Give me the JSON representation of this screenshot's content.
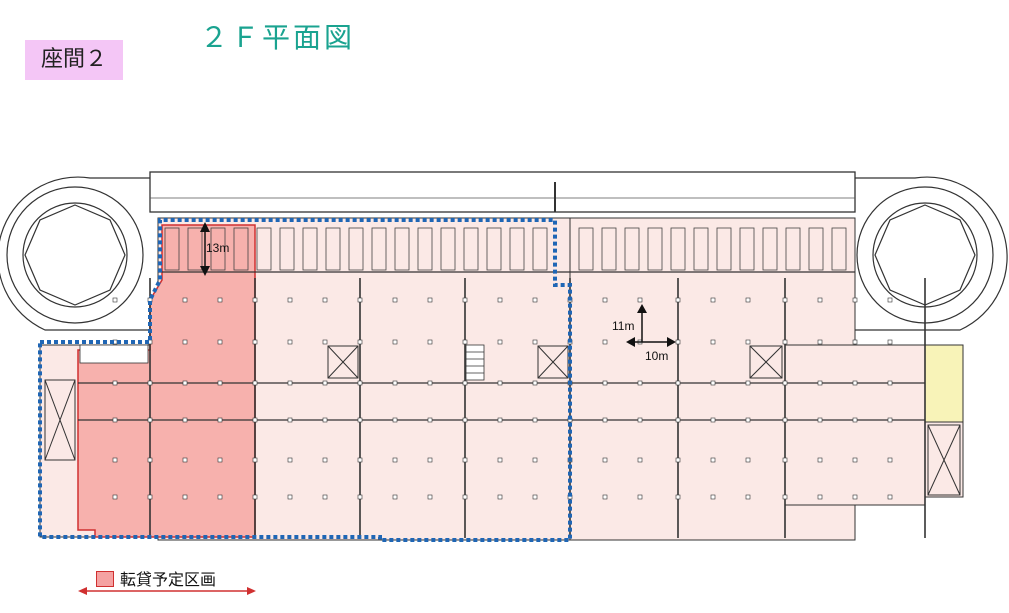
{
  "header": {
    "badge": "座間２",
    "title": "２Ｆ平面図"
  },
  "plan": {
    "dims": {
      "depth": "13m",
      "span_y": "11m",
      "span_x": "10m"
    }
  },
  "legend": {
    "label": "転貸予定区画"
  },
  "colors": {
    "rental_fill": "#f7b1ad",
    "area_fill": "#fbe9e6",
    "boundary": "#1f66b5",
    "wall": "#333333",
    "core_fill": "#f8f3b8"
  }
}
